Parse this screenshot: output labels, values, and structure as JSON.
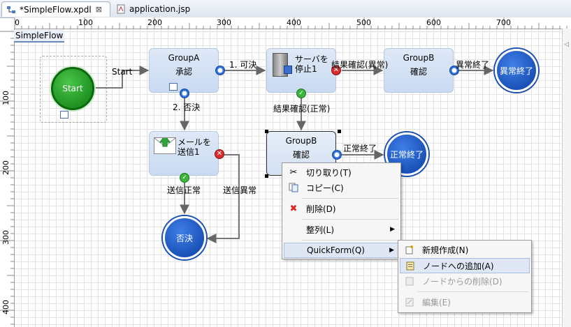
{
  "tabs": [
    {
      "label": "*SimpleFlow.xpdl",
      "active": true,
      "close": "⊠"
    },
    {
      "label": "application.jsp",
      "active": false
    }
  ],
  "ruler": {
    "h_ticks": [
      "0",
      "100",
      "200",
      "300",
      "400",
      "500",
      "600",
      "700"
    ],
    "v_ticks": [
      "100",
      "200",
      "300",
      "400"
    ]
  },
  "diagram": {
    "title": "SimpleFlow",
    "start": {
      "label": "Start"
    },
    "groupA": {
      "line1": "GroupA",
      "line2": "承認"
    },
    "server": {
      "line1": "サーバを",
      "line2": "停止1"
    },
    "groupB_top": {
      "line1": "GroupB",
      "line2": "確認"
    },
    "groupB_mid": {
      "line1": "GroupB",
      "line2": "確認"
    },
    "mail": {
      "line1": "メールを",
      "line2": "送信1"
    },
    "end_abnormal": {
      "label": "異常終了"
    },
    "end_normal": {
      "label": "正常終了"
    },
    "end_reject": {
      "label": "否決"
    },
    "edge_labels": {
      "start": "Start",
      "approve": "1. 可決",
      "reject": "2. 否決",
      "check_abnormal": "結果確認(異常)",
      "check_normal": "結果確認(正常)",
      "abnormal_end": "異常終了",
      "normal_end": "正常終了",
      "send_normal": "送信正常",
      "send_abnormal": "送信異常"
    }
  },
  "context_menu": {
    "items": [
      {
        "label": "切り取り(T)",
        "icon": "scissors-icon"
      },
      {
        "label": "コピー(C)",
        "icon": "copy-icon"
      },
      {
        "label": "削除(D)",
        "icon": "delete-icon"
      },
      {
        "label": "整列(L)",
        "icon": "",
        "submenu": true
      },
      {
        "label": "QuickForm(Q)",
        "icon": "",
        "submenu": true
      }
    ]
  },
  "submenu": {
    "items": [
      {
        "label": "新規作成(N)",
        "icon": "new-form-icon"
      },
      {
        "label": "ノードへの追加(A)",
        "icon": "add-to-node-icon"
      },
      {
        "label": "ノードからの削除(D)",
        "icon": "remove-from-node-icon",
        "disabled": true
      },
      {
        "label": "編集(E)",
        "icon": "edit-icon",
        "disabled": true
      }
    ]
  },
  "colors": {
    "task_fill": "#c9daf1",
    "start_green": "#0f7c11",
    "end_blue": "#0b3fa3",
    "highlight": "#dfe7f4"
  }
}
